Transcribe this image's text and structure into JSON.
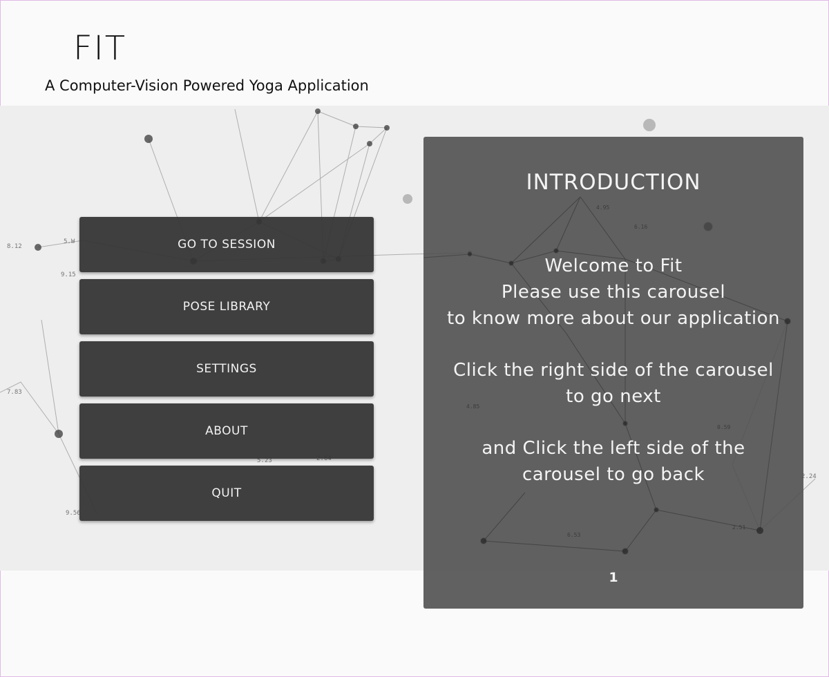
{
  "header": {
    "title": "FIT",
    "subtitle": "A Computer-Vision Powered Yoga Application"
  },
  "menu": {
    "items": [
      {
        "label": "GO TO SESSION"
      },
      {
        "label": "POSE LIBRARY"
      },
      {
        "label": "SETTINGS"
      },
      {
        "label": "ABOUT"
      },
      {
        "label": "QUIT"
      }
    ]
  },
  "carousel": {
    "title": "INTRODUCTION",
    "paragraphs": [
      {
        "lines": [
          "Welcome to Fit",
          "Please use this carousel",
          "to know more about our application"
        ]
      },
      {
        "lines": [
          "Click the right side of the carousel",
          "to go next"
        ]
      },
      {
        "lines": [
          "and Click the left side of the",
          "carousel to go back"
        ]
      }
    ],
    "page": "1"
  },
  "background": {
    "numbers": [
      "8.12",
      "5.W",
      "9.15",
      "7.83",
      "9.56",
      "5.23",
      "2.64",
      "4.85",
      "6.16",
      "4.95",
      "0.59",
      "6.53",
      "2.51",
      "2.24"
    ]
  },
  "colors": {
    "page_bg": "#fafafa",
    "button_bg": "#343434",
    "carousel_bg": "#505050",
    "text_light": "#f4f4f4",
    "border": "#e0b8e6"
  }
}
